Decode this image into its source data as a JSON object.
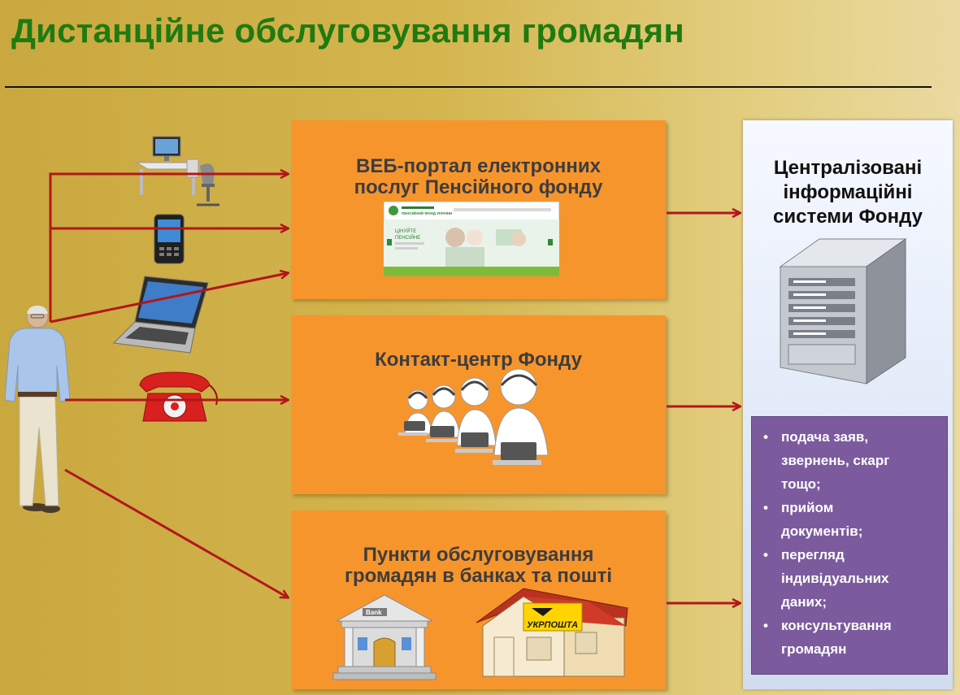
{
  "title": "Дистанційне обслуговування громадян",
  "channels": {
    "web_portal": {
      "title_lines": [
        "ВЕБ-портал електронних",
        "послуг Пенсійного фонду"
      ],
      "screenshot": {
        "header": "ПЕНСІЙНИЙ ФОНД УКРАЇНИ",
        "banner_line1": "ЦІНУЙТЕ",
        "banner_line2": "ПЕНСІЙНЕ"
      }
    },
    "contact_center": {
      "title_lines": [
        "Контакт-центр Фонду"
      ]
    },
    "service_points": {
      "title_lines": [
        "Пункти обслуговування",
        "громадян в банках та пошті"
      ],
      "bank_sign": "Bank",
      "post_sign": "УКРПОШТА"
    }
  },
  "central": {
    "title_lines": [
      "Централізовані",
      "інформаційні",
      "системи  Фонду"
    ]
  },
  "functions": [
    {
      "lines": [
        "подача заяв,",
        "звернень, скарг",
        "тощо;"
      ]
    },
    {
      "lines": [
        "прийом",
        "документів;"
      ]
    },
    {
      "lines": [
        "перегляд",
        "індивідуальних",
        "даних;"
      ]
    },
    {
      "lines": [
        "консультування",
        "громадян"
      ]
    }
  ],
  "icons": {
    "citizen": "elderly-man-figure",
    "computer": "desktop-computer-icon",
    "phone": "smartphone-icon",
    "laptop": "laptop-icon",
    "landline": "red-telephone-icon",
    "agents": "call-center-agents-icon",
    "server": "server-tower-icon",
    "bank": "bank-building-icon",
    "post": "post-office-icon"
  },
  "colors": {
    "title": "#1f7a11",
    "box": "#f7952d",
    "arrow": "#b3161b",
    "function_box": "#7b5b9e"
  }
}
